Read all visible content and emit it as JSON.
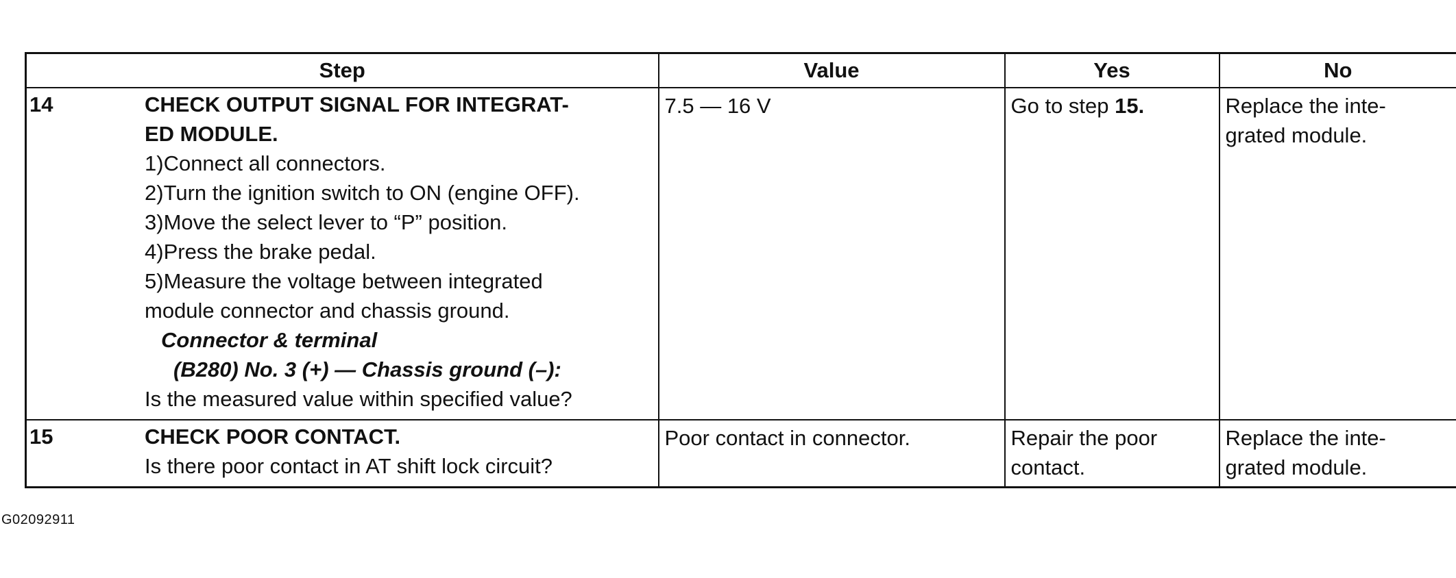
{
  "table": {
    "headers": {
      "step": "Step",
      "value": "Value",
      "yes": "Yes",
      "no": "No"
    },
    "rows": [
      {
        "num": "14",
        "title_line1": "CHECK OUTPUT SIGNAL FOR INTEGRAT-",
        "title_line2": "ED MODULE.",
        "instructions": [
          "1)Connect all connectors.",
          "2)Turn the ignition switch to ON (engine OFF).",
          "3)Move the select lever to “P” position.",
          "4)Press the brake pedal.",
          "5)Measure the voltage between integrated",
          "module connector and chassis ground."
        ],
        "spec_label": "Connector & terminal",
        "spec_value": "(B280) No. 3 (+) — Chassis ground (–):",
        "question": "Is the measured value within specified value?",
        "value": "7.5 — 16 V",
        "yes_prefix": "Go to step ",
        "yes_step": "15.",
        "no_line1": "Replace the inte-",
        "no_line2": "grated module."
      },
      {
        "num": "15",
        "title": "CHECK POOR CONTACT.",
        "question": "Is there poor contact in AT shift lock circuit?",
        "value": "Poor contact in connector.",
        "yes_line1": "Repair the poor",
        "yes_line2": "contact.",
        "no_line1": "Replace the inte-",
        "no_line2": "grated module."
      }
    ]
  },
  "footer": {
    "code": "G02092911"
  }
}
